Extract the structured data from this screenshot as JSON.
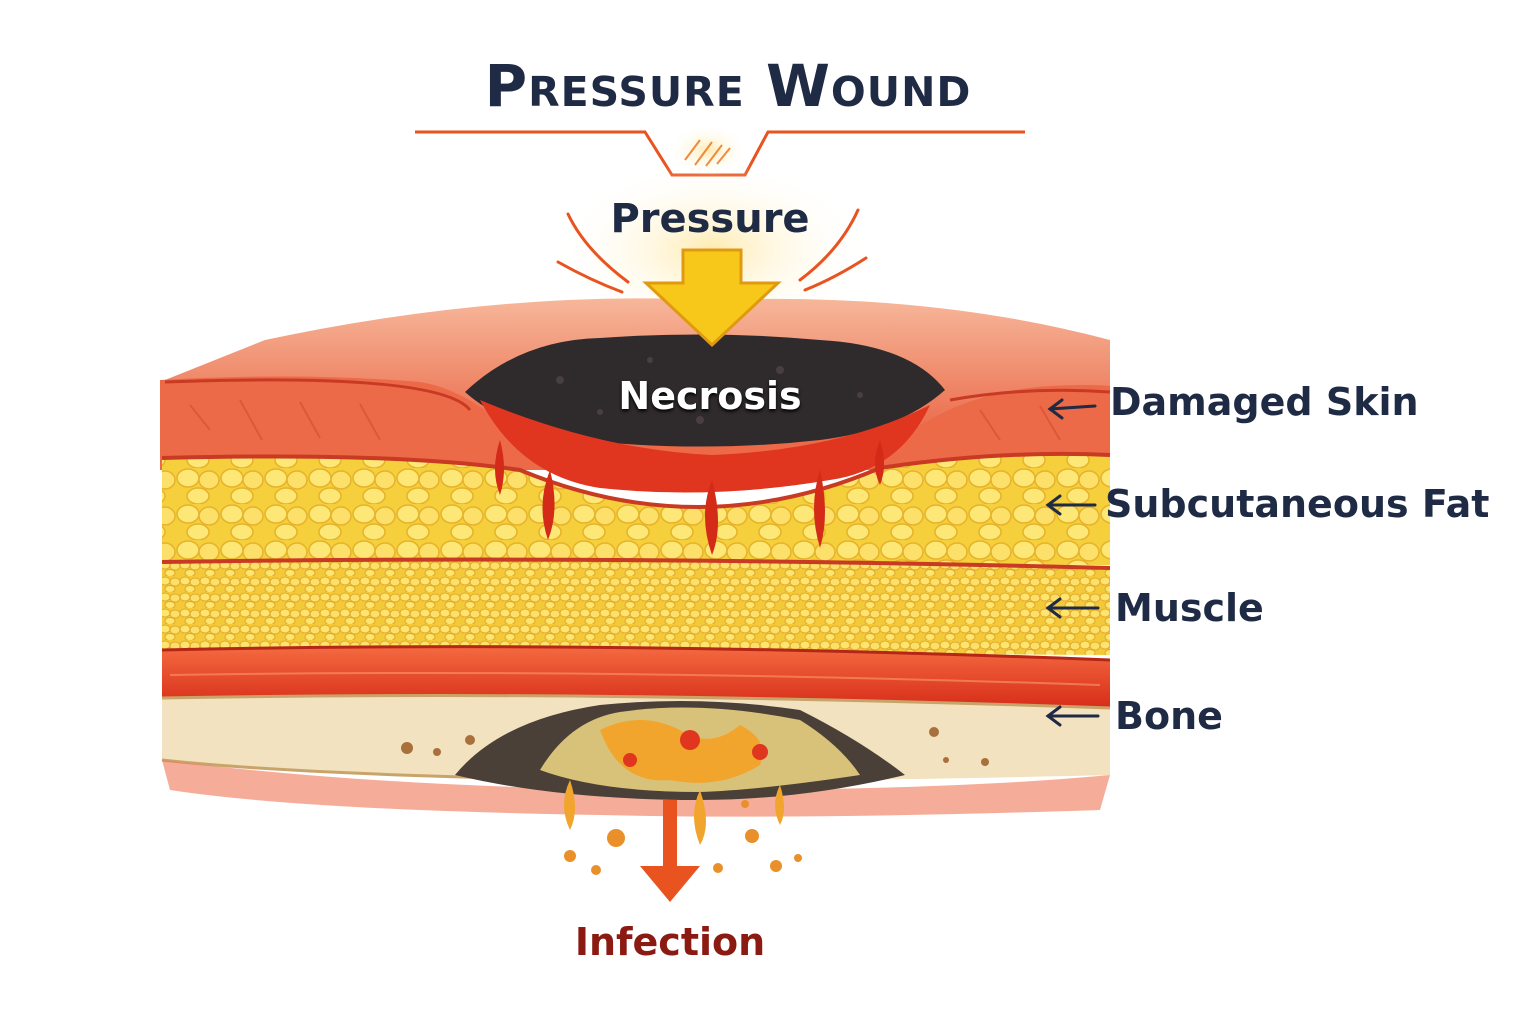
{
  "title": "Pressure Wound",
  "pressure_label": "Pressure",
  "necrosis_label": "Necrosis",
  "infection_label": "Infection",
  "layers": [
    {
      "label": "Damaged Skin"
    },
    {
      "label": "Subcutaneous Fat"
    },
    {
      "label": "Muscle"
    },
    {
      "label": "Bone"
    }
  ],
  "colors": {
    "title": "#1f2a44",
    "accent": "#e8531f",
    "skin": "#f08060",
    "fat": "#f7d64a",
    "muscle": "#e0361f",
    "bone": "#f3e2bf",
    "necrosis": "#2f2a2c",
    "infection_text": "#8b1a12",
    "pressure_arrow": "#f7c81a"
  }
}
